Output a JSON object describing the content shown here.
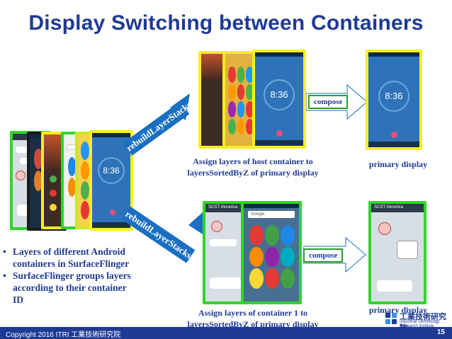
{
  "slide": {
    "title": "Display Switching between Containers"
  },
  "labels": {
    "rebuild_top": "rebuildLayerStacks",
    "rebuild_bottom": "rebuildLayerStacks",
    "compose_top": "compose",
    "compose_bottom": "compose",
    "host_caption_line1": "Assign layers of host container to",
    "host_caption_line2": "layersSortedByZ of primary display",
    "primary_top": "primary display",
    "c1_caption_line1": "Assign layers of container 1 to",
    "c1_caption_line2": "layersSortedByZ of primary display",
    "primary_bottom": "primary display"
  },
  "screens": {
    "clock_text": "8:36",
    "chat_header": "SCST-Veronica",
    "search_text": "Google"
  },
  "bullets": [
    "Layers of different Android",
    "containers in SurfaceFlinger",
    "SurfaceFlinger groups layers",
    "according to their container",
    "ID"
  ],
  "footer": {
    "copyright": "Copyright 2016 ITRI 工業技術研究院",
    "page_number": "15"
  },
  "logo": {
    "name_zh": "工業技術研究院",
    "name_en_line1": "Industrial Technology",
    "name_en_line2": "Research Institute"
  },
  "colors": {
    "title": "#1f3a93",
    "arrow": "#1a6fc2",
    "frame_green": "#33d42a",
    "frame_yellow": "#f7f01c",
    "screen_blue": "#2e73b9",
    "footer": "#1f3a93"
  },
  "icons": [
    "fab-circle",
    "arrow-right-icon",
    "itri-logo-icon"
  ]
}
